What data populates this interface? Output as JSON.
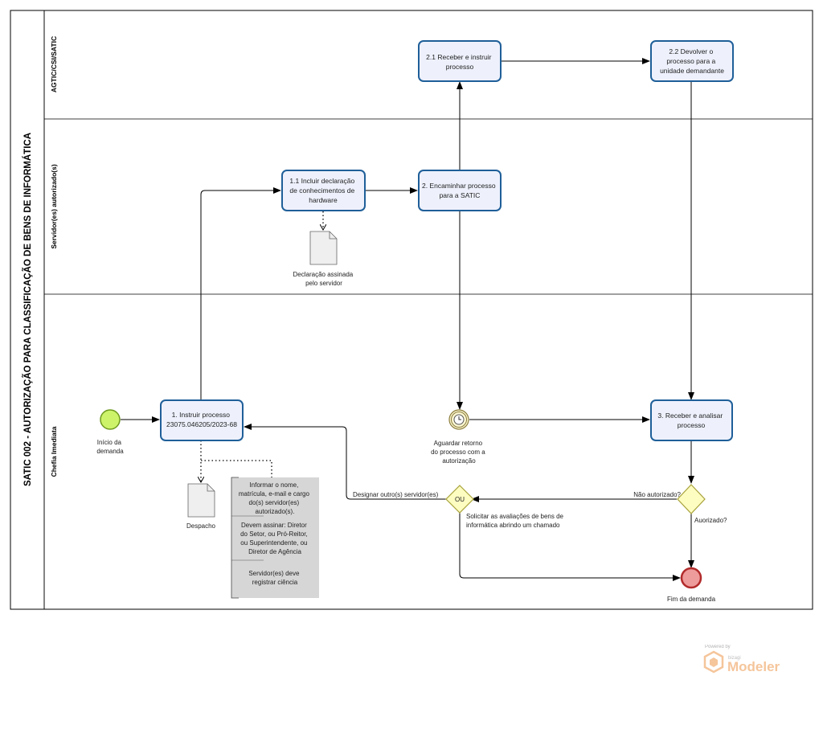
{
  "pool": {
    "title": "SATIC 002 - AUTORIZAÇÃO PARA CLASSIFICAÇÃO DE BENS DE INFORMÁTICA",
    "lanes": [
      "AGTIC/CSI/SATIC",
      "Servidor(es) autorizado(s)",
      "Chefia Imediata"
    ]
  },
  "tasks": {
    "t1": [
      "1. Instruir processo",
      "23075.046205/2023-68"
    ],
    "t11": [
      "1.1 Incluir declaração",
      "de conhecimentos de",
      "hardware"
    ],
    "t2": [
      "2. Encaminhar processo",
      "para a SATIC"
    ],
    "t21": [
      "2.1 Receber e instruir",
      "processo"
    ],
    "t22": [
      "2.2 Devolver o",
      "processo para a",
      "unidade demandante"
    ],
    "t3": [
      "3. Receber e analisar",
      "processo"
    ]
  },
  "events": {
    "start": [
      "Início da",
      "demanda"
    ],
    "timer": [
      "Aguardar retorno",
      "do processo com a",
      "autorização"
    ],
    "end": [
      "Fim da demanda"
    ]
  },
  "gateways": {
    "or_label": "OU",
    "xor_label": "Auorizado?"
  },
  "flows": {
    "not_authorized": "Não autorizado?",
    "designate": "Designar outro(s) servidor(es)",
    "request": [
      "Solicitar as avaliações de bens de",
      "informática abrindo um chamado"
    ]
  },
  "documents": {
    "declaracao": [
      "Declaração assinada",
      "pelo servidor"
    ],
    "despacho": [
      "Despacho"
    ]
  },
  "annotation": {
    "p1": [
      "Informar o nome,",
      "matrícula, e-mail e cargo",
      "do(s) servidor(es)",
      "autorizado(s)."
    ],
    "p2": [
      "Devem assinar: Diretor",
      "do Setor, ou Pró-Reitor,",
      "ou Superintendente, ou",
      "Diretor de Agência"
    ],
    "p3": [
      "Servidor(es) deve",
      "registrar ciência"
    ]
  },
  "branding": {
    "powered_by": "Powered by",
    "brand_small": "bizagi",
    "brand_big": "Modeler"
  },
  "colors": {
    "task_fill": "#eef1fc",
    "task_border": "#1f5f99",
    "start_fill": "#ccf36a",
    "end_fill": "#ee9b9b",
    "gateway_fill": "#fdfcc1",
    "annotation_fill": "#d6d6d6",
    "brand_orange": "#f2b27a"
  }
}
